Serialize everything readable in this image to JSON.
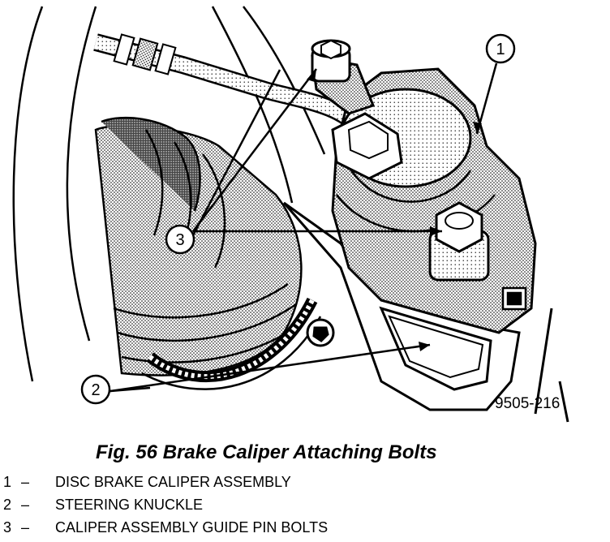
{
  "diagram": {
    "figure_code": "9505-216",
    "callouts": [
      {
        "number": "1"
      },
      {
        "number": "2"
      },
      {
        "number": "3"
      }
    ]
  },
  "caption": "Fig. 56 Brake Caliper Attaching Bolts",
  "legend": [
    {
      "number": "1",
      "dash": "–",
      "text": "DISC BRAKE CALIPER ASSEMBLY"
    },
    {
      "number": "2",
      "dash": "–",
      "text": "STEERING KNUCKLE"
    },
    {
      "number": "3",
      "dash": "–",
      "text": "CALIPER ASSEMBLY GUIDE PIN BOLTS"
    }
  ]
}
